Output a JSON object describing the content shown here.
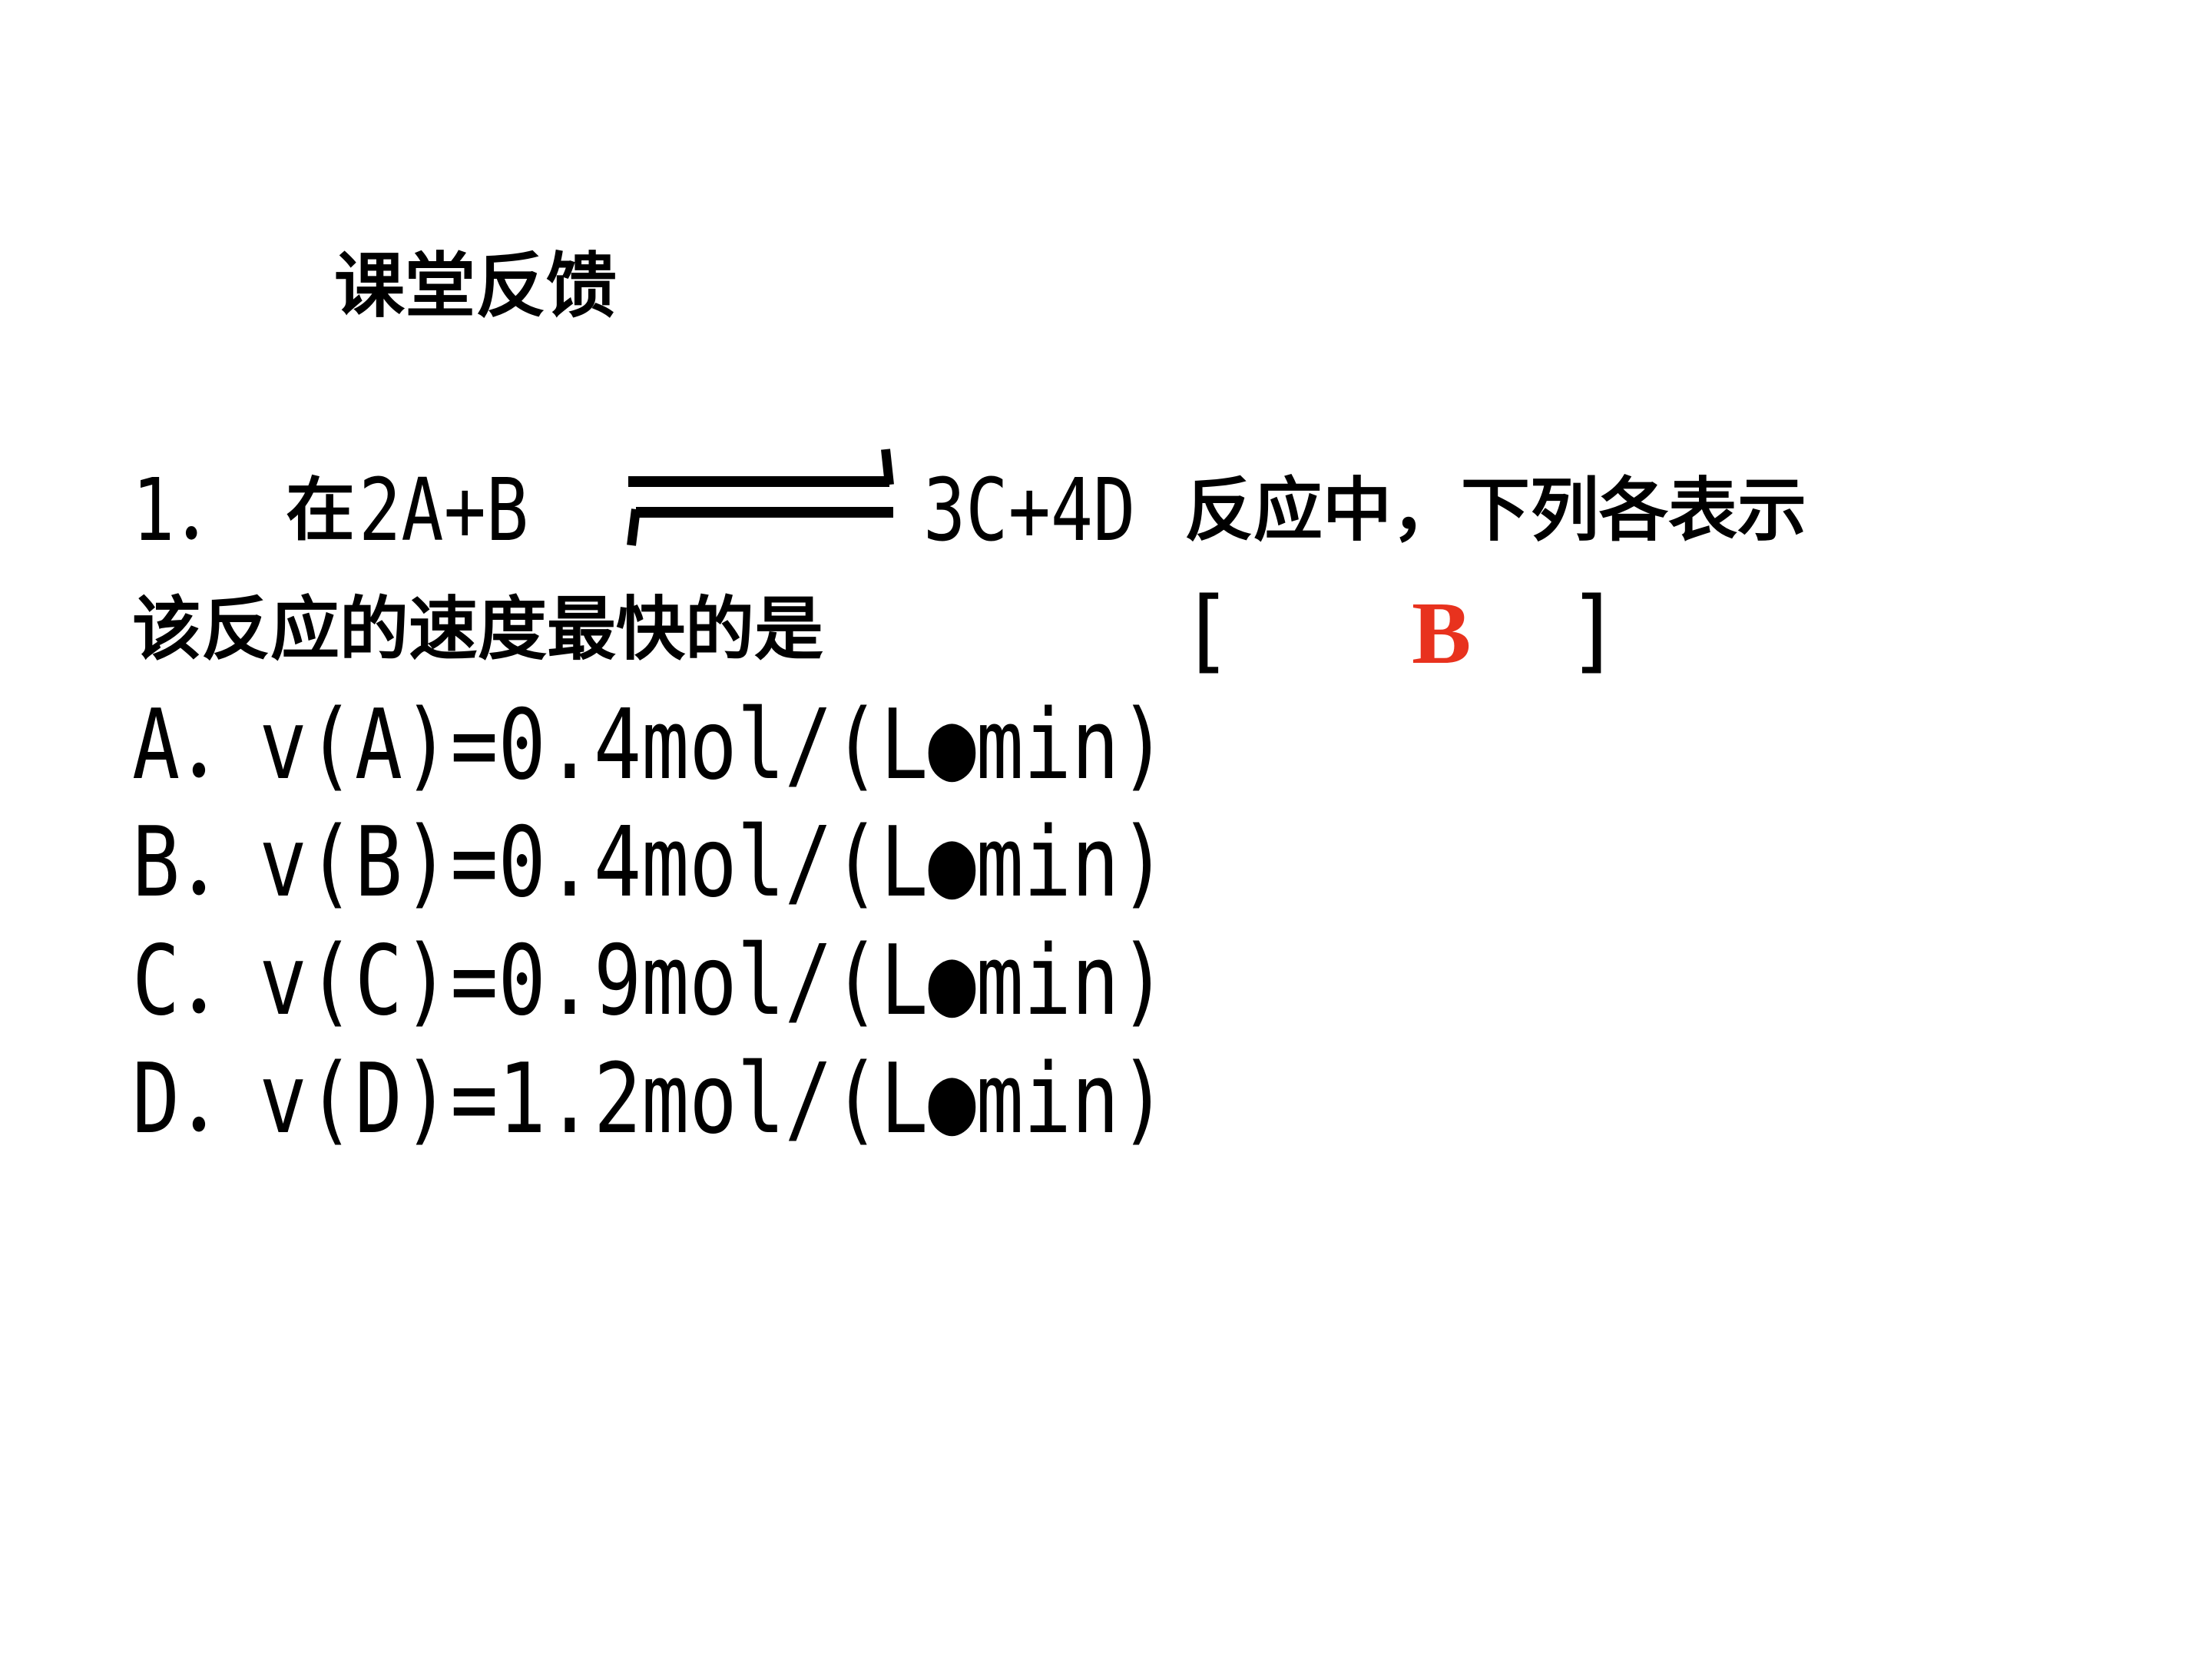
{
  "slide": {
    "heading": "课堂反馈",
    "question": {
      "number": "1．",
      "prefix": "在",
      "reactants": "2A+B",
      "products": "3C+4D",
      "mid_text": "反应中，下列各表示",
      "second_line": "该反应的速度最快的是",
      "bracket_open": "[",
      "bracket_close": "]",
      "answer": "B",
      "answer_color": "#e8321e"
    },
    "options": [
      "A．v(A)=0.4mol/(L●min)",
      "B．v(B)=0.4mol/(L●min)",
      "C．v(C)=0.9mol/(L●min)",
      "D．v(D)=1.2mol/(L●min)"
    ]
  }
}
